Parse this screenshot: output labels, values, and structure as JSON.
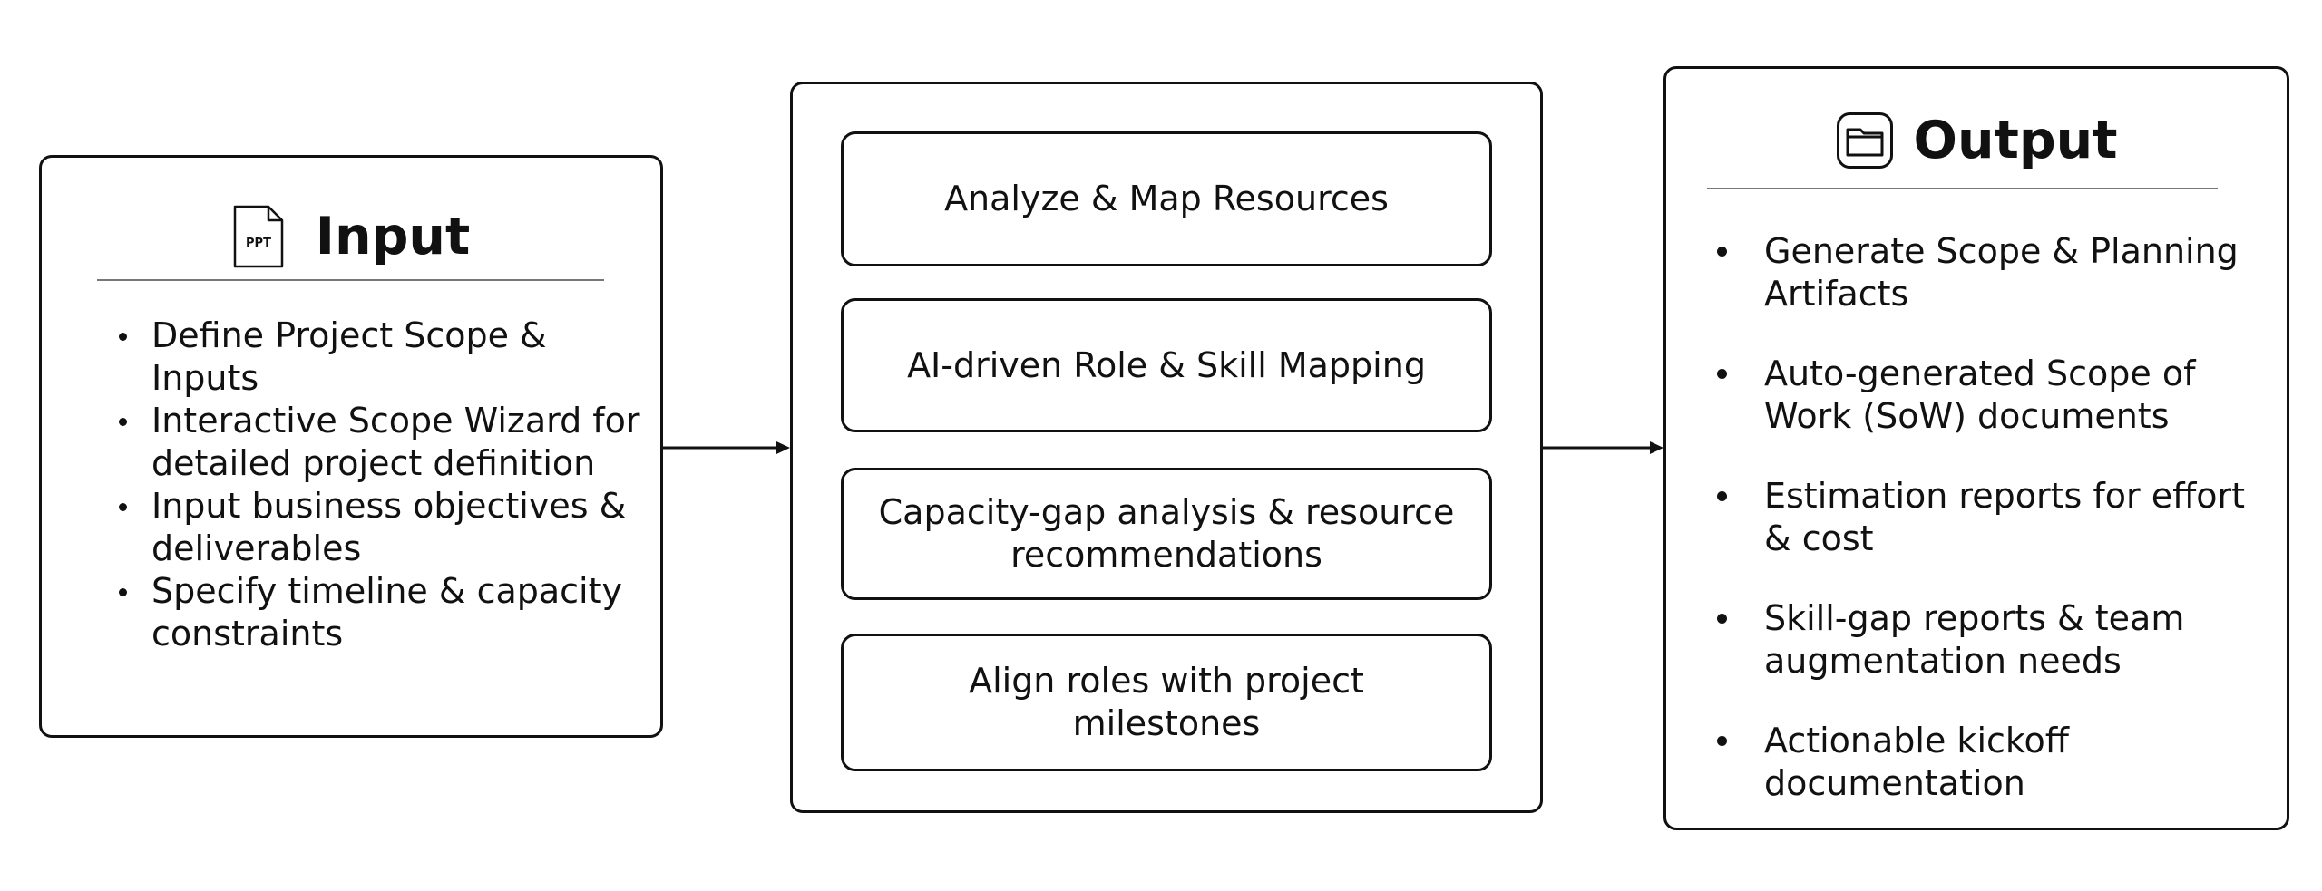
{
  "input": {
    "title": "Input",
    "icon": "ppt-file-icon",
    "icon_label": "PPT",
    "items": [
      "Define Project Scope & Inputs",
      "Interactive Scope Wizard for detailed project definition",
      "Input business objectives & deliverables",
      "Specify timeline & capacity constraints"
    ]
  },
  "process": {
    "steps": [
      "Analyze & Map Resources",
      "AI-driven Role & Skill Mapping",
      "Capacity-gap analysis & resource recommendations",
      "Align roles with project milestones"
    ]
  },
  "output": {
    "title": "Output",
    "icon": "folder-icon",
    "items": [
      "Generate Scope & Planning Artifacts",
      "Auto-generated Scope of Work (SoW) documents",
      "Estimation reports for effort & cost",
      "Skill-gap reports & team augmentation needs",
      "Actionable kickoff documentation"
    ]
  },
  "colors": {
    "stroke": "#111111",
    "divider": "#777777",
    "background": "#ffffff"
  }
}
